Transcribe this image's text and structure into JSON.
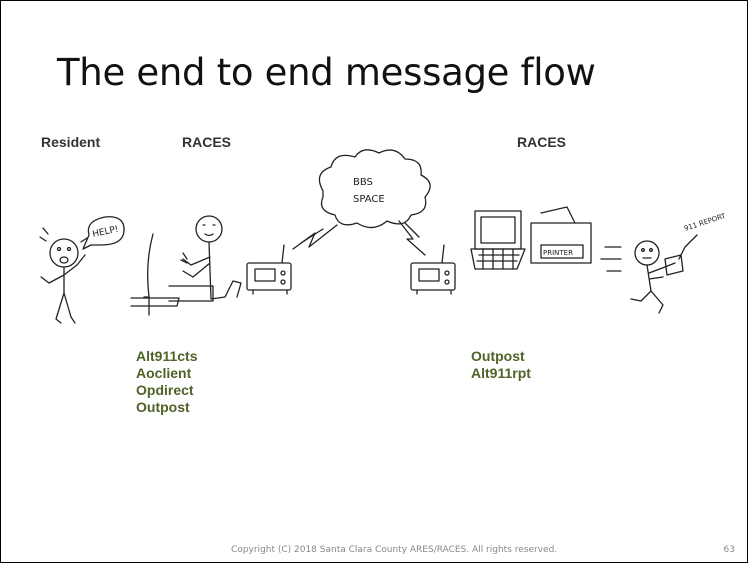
{
  "slide": {
    "title": "The end to end message flow",
    "footer": "Copyright (C) 2018 Santa Clara County ARES/RACES. All rights reserved.",
    "page_number": "63"
  },
  "roles": {
    "resident": "Resident",
    "races_left": "RACES",
    "races_right": "RACES"
  },
  "sketch_labels": {
    "help": "HELP!",
    "cloud_line1": "BBS",
    "cloud_line2": "SPACE",
    "printer": "PRINTER",
    "report": "911 REPORT"
  },
  "apps_left": [
    "Alt911cts",
    "Aoclient",
    "Opdirect",
    "Outpost"
  ],
  "apps_right": [
    "Outpost",
    "Alt911rpt"
  ],
  "colors": {
    "app_text": "#4f6228",
    "role_text": "#333333"
  }
}
